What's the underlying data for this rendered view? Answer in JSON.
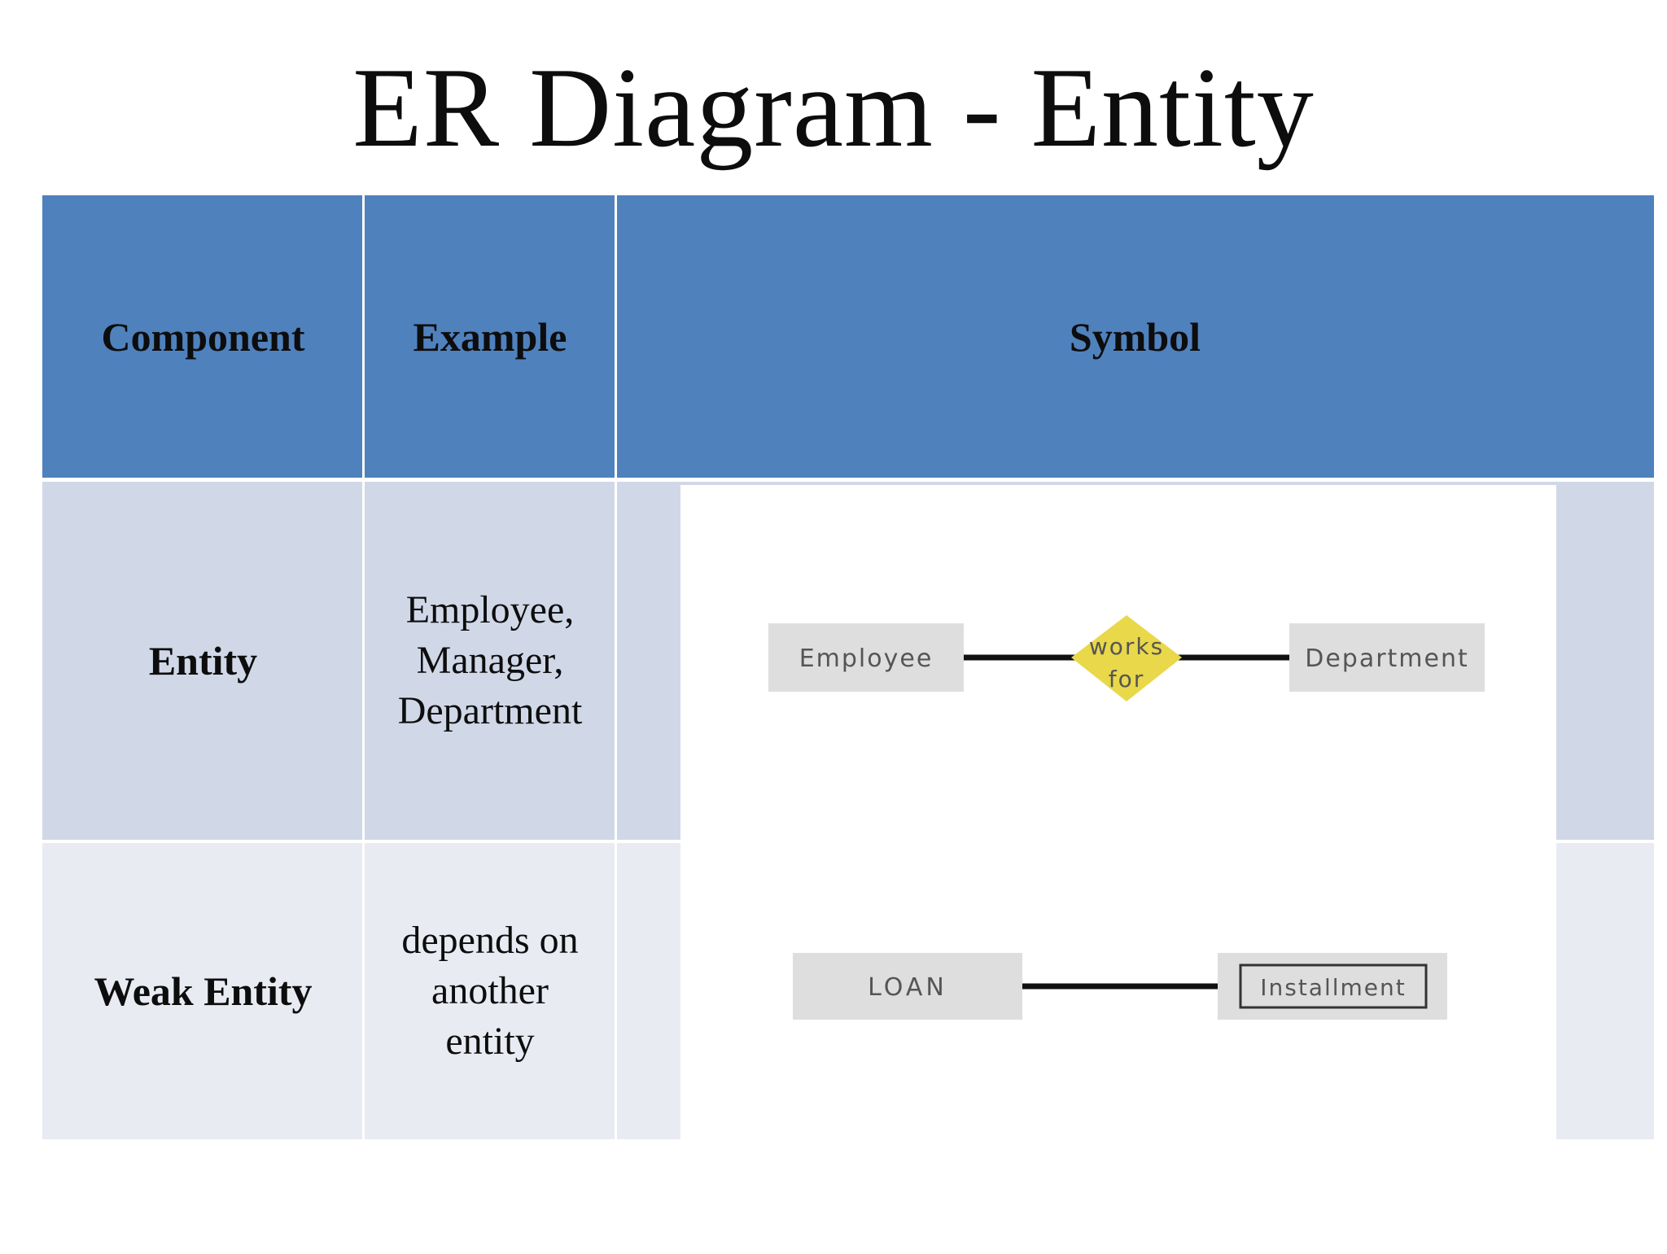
{
  "title": "ER Diagram - Entity",
  "table": {
    "headers": [
      "Component",
      "Example",
      "Symbol"
    ],
    "rows": [
      {
        "component": "Entity",
        "example": [
          "Employee,",
          "Manager,",
          "Department"
        ]
      },
      {
        "component": "Weak Entity",
        "example": [
          "depends on",
          "another",
          "entity"
        ]
      }
    ]
  },
  "diagram1": {
    "left_entity": "Employee",
    "relationship": [
      "works",
      "for"
    ],
    "right_entity": "Department"
  },
  "diagram2": {
    "left_entity": "LOAN",
    "right_entity": "Installment"
  },
  "colors": {
    "header": "#4f81bd",
    "row_entity": "#d0d8e8",
    "row_weak": "#e9ebf3",
    "entity_box": "#dededf",
    "relationship_diamond": "#e8d84a"
  }
}
